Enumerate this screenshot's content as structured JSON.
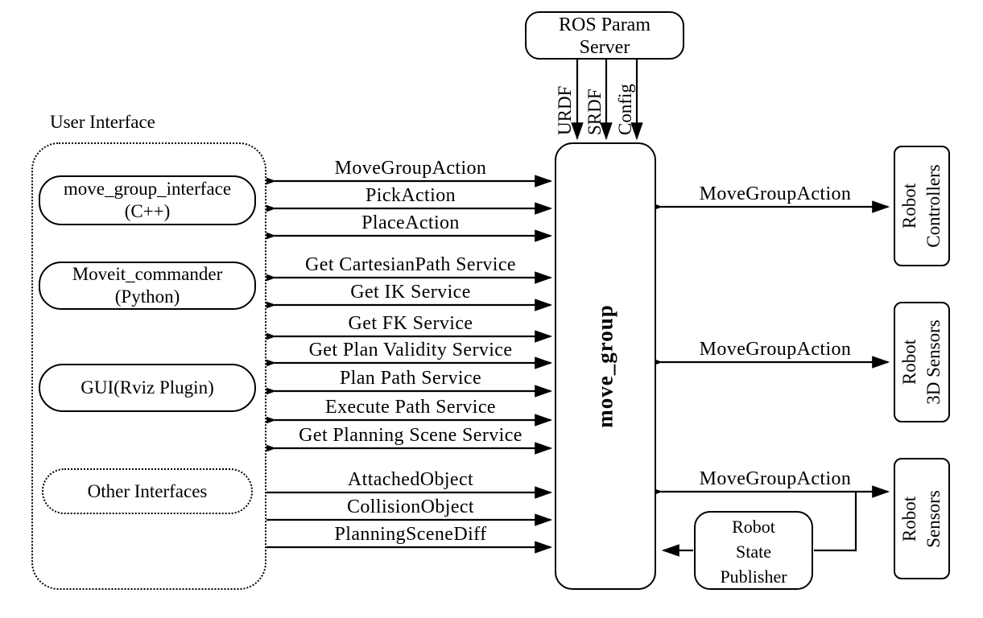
{
  "colors": {
    "background": "#ffffff",
    "stroke": "#000000"
  },
  "ros_param_server": {
    "lines": [
      "ROS Param",
      "Server"
    ]
  },
  "param_feeds": [
    {
      "label": "URDF"
    },
    {
      "label": "SRDF"
    },
    {
      "label": "Config"
    }
  ],
  "user_interface": {
    "title": "User Interface",
    "items": [
      {
        "lines": [
          "move_group_interface",
          "(C++)"
        ],
        "style": "solid"
      },
      {
        "lines": [
          "Moveit_commander",
          "(Python)"
        ],
        "style": "solid"
      },
      {
        "lines": [
          "GUI(Rviz Plugin)"
        ],
        "style": "solid"
      },
      {
        "lines": [
          "Other Interfaces"
        ],
        "style": "dashed"
      }
    ]
  },
  "move_group": {
    "label": "move_group"
  },
  "left_connections": [
    {
      "label": "MoveGroupAction",
      "direction": "both"
    },
    {
      "label": "PickAction",
      "direction": "both"
    },
    {
      "label": "PlaceAction",
      "direction": "both"
    },
    {
      "label": "Get CartesianPath Service",
      "direction": "both"
    },
    {
      "label": "Get IK Service",
      "direction": "both"
    },
    {
      "label": "Get FK Service",
      "direction": "both"
    },
    {
      "label": "Get Plan Validity Service",
      "direction": "both"
    },
    {
      "label": "Plan Path Service",
      "direction": "both"
    },
    {
      "label": "Execute Path Service",
      "direction": "both"
    },
    {
      "label": "Get Planning Scene Service",
      "direction": "both"
    },
    {
      "label": "AttachedObject",
      "direction": "to-move_group"
    },
    {
      "label": "CollisionObject",
      "direction": "to-move_group"
    },
    {
      "label": "PlanningSceneDiff",
      "direction": "to-move_group"
    }
  ],
  "right_connections": [
    {
      "label": "MoveGroupAction",
      "target": "Robot Controllers",
      "direction": "both"
    },
    {
      "label": "MoveGroupAction",
      "target": "Robot 3D Sensors",
      "direction": "both"
    },
    {
      "label": "MoveGroupAction",
      "target": "Robot Sensors",
      "direction": "both"
    }
  ],
  "right_boxes": [
    {
      "lines": [
        "Robot",
        "Controllers"
      ]
    },
    {
      "lines": [
        "Robot",
        "3D Sensors"
      ]
    },
    {
      "lines": [
        "Robot",
        "Sensors"
      ]
    }
  ],
  "robot_state_publisher": {
    "lines": [
      "Robot",
      "State",
      "Publisher"
    ]
  }
}
